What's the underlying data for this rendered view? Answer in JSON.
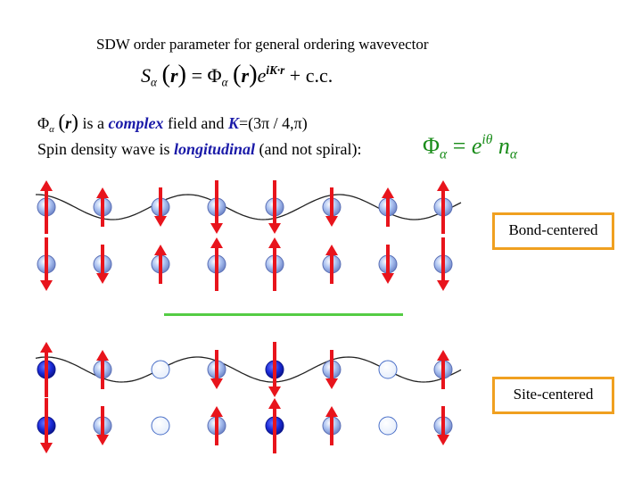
{
  "title": "SDW order parameter for general ordering wavevector",
  "eq1": {
    "S": "S",
    "alpha": "α",
    "r": "r",
    "equals": "=",
    "Phi": "Φ",
    "exp_base": "e",
    "exp": "iK·r",
    "tail": "+ c.c."
  },
  "line1": {
    "lhs_phi": "Φ",
    "alpha": "α",
    "r": "r",
    "is_a": " is a ",
    "complex": "complex",
    "field_and": " field and ",
    "K": "K",
    "K_value": "=(3π / 4,π)"
  },
  "line2": {
    "pre": "Spin density wave is ",
    "longitudinal": "longitudinal",
    "post": " (and not spiral):"
  },
  "eq2": {
    "Phi": "Φ",
    "alpha": "α",
    "equals": " = ",
    "e": "e",
    "exp": "iθ",
    "n": "n",
    "alpha2": "α"
  },
  "labels": {
    "bond": "Bond-centered",
    "site": "Site-centered"
  },
  "colors": {
    "arrow": "#e8141c",
    "atom_light": "#9ab4ea",
    "atom_dark": "#1a2ad8",
    "box_border": "#f0a020",
    "separator": "#55cc44",
    "eq2_green": "#1a8c1a"
  },
  "bond_centered": {
    "row1": [
      {
        "spin": "up",
        "mag": "big"
      },
      {
        "spin": "up",
        "mag": "small"
      },
      {
        "spin": "down",
        "mag": "small"
      },
      {
        "spin": "down",
        "mag": "big"
      },
      {
        "spin": "down",
        "mag": "big"
      },
      {
        "spin": "down",
        "mag": "small"
      },
      {
        "spin": "up",
        "mag": "small"
      },
      {
        "spin": "up",
        "mag": "big"
      }
    ],
    "row2": [
      {
        "spin": "down",
        "mag": "big"
      },
      {
        "spin": "down",
        "mag": "small"
      },
      {
        "spin": "up",
        "mag": "small"
      },
      {
        "spin": "up",
        "mag": "big"
      },
      {
        "spin": "up",
        "mag": "big"
      },
      {
        "spin": "up",
        "mag": "small"
      },
      {
        "spin": "down",
        "mag": "small"
      },
      {
        "spin": "down",
        "mag": "big"
      }
    ]
  },
  "site_centered": {
    "row1": [
      {
        "spin": "up",
        "mag": "max"
      },
      {
        "spin": "up",
        "mag": "half"
      },
      {
        "spin": "none",
        "mag": "zero"
      },
      {
        "spin": "down",
        "mag": "half"
      },
      {
        "spin": "down",
        "mag": "max"
      },
      {
        "spin": "down",
        "mag": "half"
      },
      {
        "spin": "none",
        "mag": "zero"
      },
      {
        "spin": "up",
        "mag": "half"
      }
    ],
    "row2": [
      {
        "spin": "down",
        "mag": "max"
      },
      {
        "spin": "down",
        "mag": "half"
      },
      {
        "spin": "none",
        "mag": "zero"
      },
      {
        "spin": "up",
        "mag": "half"
      },
      {
        "spin": "up",
        "mag": "max"
      },
      {
        "spin": "up",
        "mag": "half"
      },
      {
        "spin": "none",
        "mag": "zero"
      },
      {
        "spin": "down",
        "mag": "half"
      }
    ]
  }
}
